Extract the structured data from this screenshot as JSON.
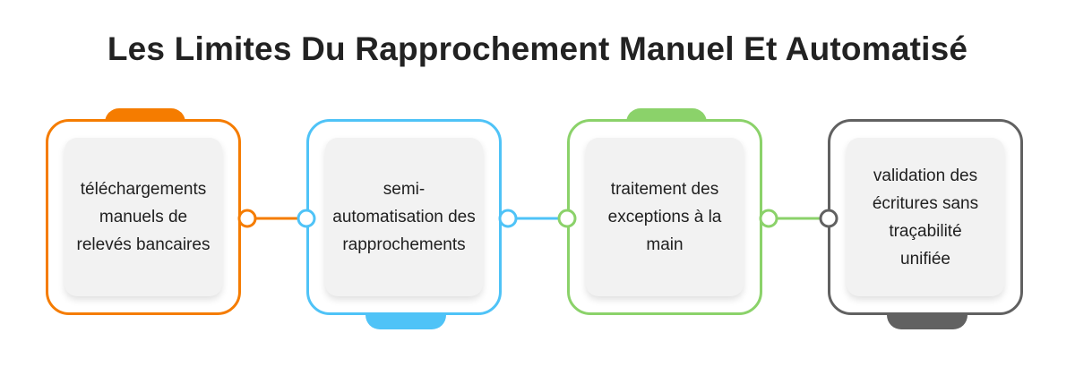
{
  "title": "Les Limites Du Rapprochement Manuel Et Automatisé",
  "steps": [
    {
      "label": "téléchargements manuels de relevés bancaires",
      "color": "#f57c00"
    },
    {
      "label": "semi-automatisation des rapprochements",
      "color": "#4fc3f7"
    },
    {
      "label": "traitement des exceptions à la main",
      "color": "#8bd26a"
    },
    {
      "label": "validation des écritures sans traçabilité unifiée",
      "color": "#616161"
    }
  ]
}
